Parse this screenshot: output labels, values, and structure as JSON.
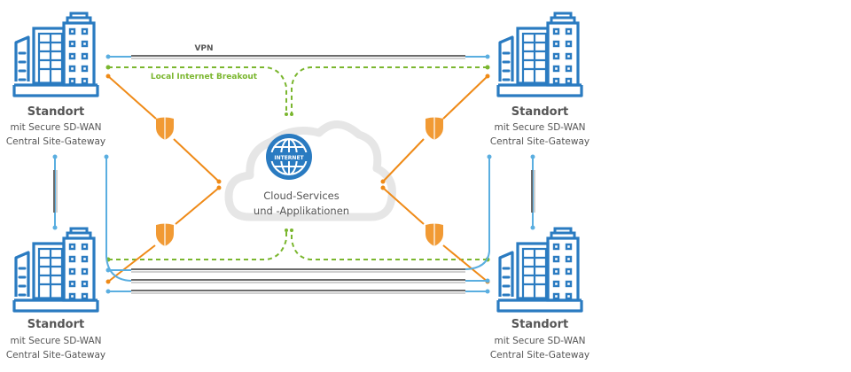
{
  "colors": {
    "building": "#2a7bc1",
    "vpn_blue": "#5aaee0",
    "breakout_green": "#7ab62e",
    "security_orange": "#ef8a17",
    "shield_orange": "#f19a34",
    "cloud_gray": "#e6e6e6",
    "text": "#555555",
    "tunnel_dark": "#6b6b6b",
    "tunnel_light": "#d0d0d0"
  },
  "labels": {
    "vpn": "VPN",
    "local_internet_breakout": "Local Internet Breakout"
  },
  "cloud": {
    "icon": "globe-icon",
    "icon_label": "INTERNET",
    "line1": "Cloud-Services",
    "line2": "und -Applikationen"
  },
  "sites": [
    {
      "id": "top-left",
      "title": "Standort",
      "line1": "mit Secure SD-WAN",
      "line2": "Central Site-Gateway"
    },
    {
      "id": "top-right",
      "title": "Standort",
      "line1": "mit Secure SD-WAN",
      "line2": "Central Site-Gateway"
    },
    {
      "id": "bottom-left",
      "title": "Standort",
      "line1": "mit Secure SD-WAN",
      "line2": "Central Site-Gateway"
    },
    {
      "id": "bottom-right",
      "title": "Standort",
      "line1": "mit Secure SD-WAN",
      "line2": "Central Site-Gateway"
    }
  ],
  "icons": {
    "site": "building-icon",
    "security": "shield-icon"
  }
}
